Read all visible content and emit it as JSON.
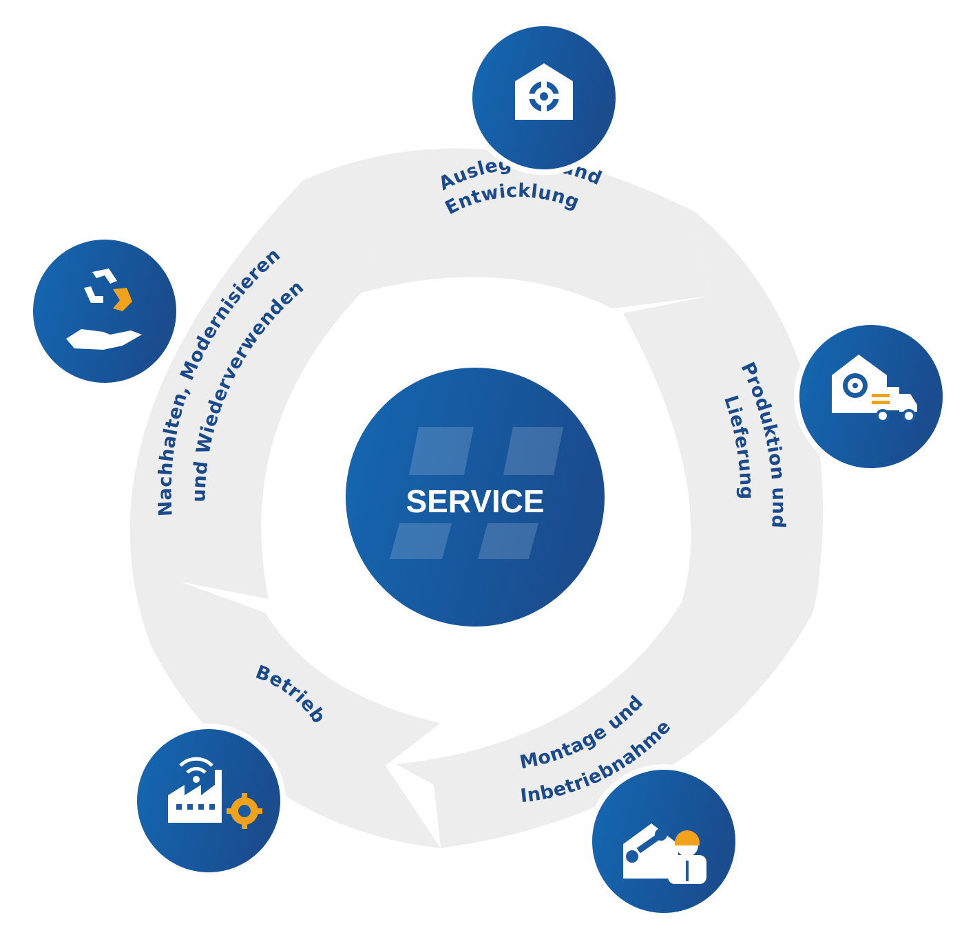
{
  "center": {
    "label": "SERVICE"
  },
  "stages": [
    {
      "label_lines": [
        "Auslegung und",
        "Entwicklung"
      ],
      "icon": "house-gear-icon"
    },
    {
      "label_lines": [
        "Produktion und",
        "Lieferung"
      ],
      "icon": "house-gear-truck-icon"
    },
    {
      "label_lines": [
        "Montage und",
        "Inbetriebnahme"
      ],
      "icon": "house-wrench-worker-icon"
    },
    {
      "label_lines": [
        "Betrieb"
      ],
      "icon": "factory-wifi-gear-icon"
    },
    {
      "label_lines": [
        "Nachhalten, Modernisieren",
        "und Wiederverwenden"
      ],
      "icon": "recycle-hand-icon"
    }
  ],
  "colors": {
    "ring": "#ededed",
    "node_gradient_start": "#1468b3",
    "node_gradient_end": "#1a4c8e",
    "label": "#1b4a8c",
    "accent": "#f0a21c"
  }
}
